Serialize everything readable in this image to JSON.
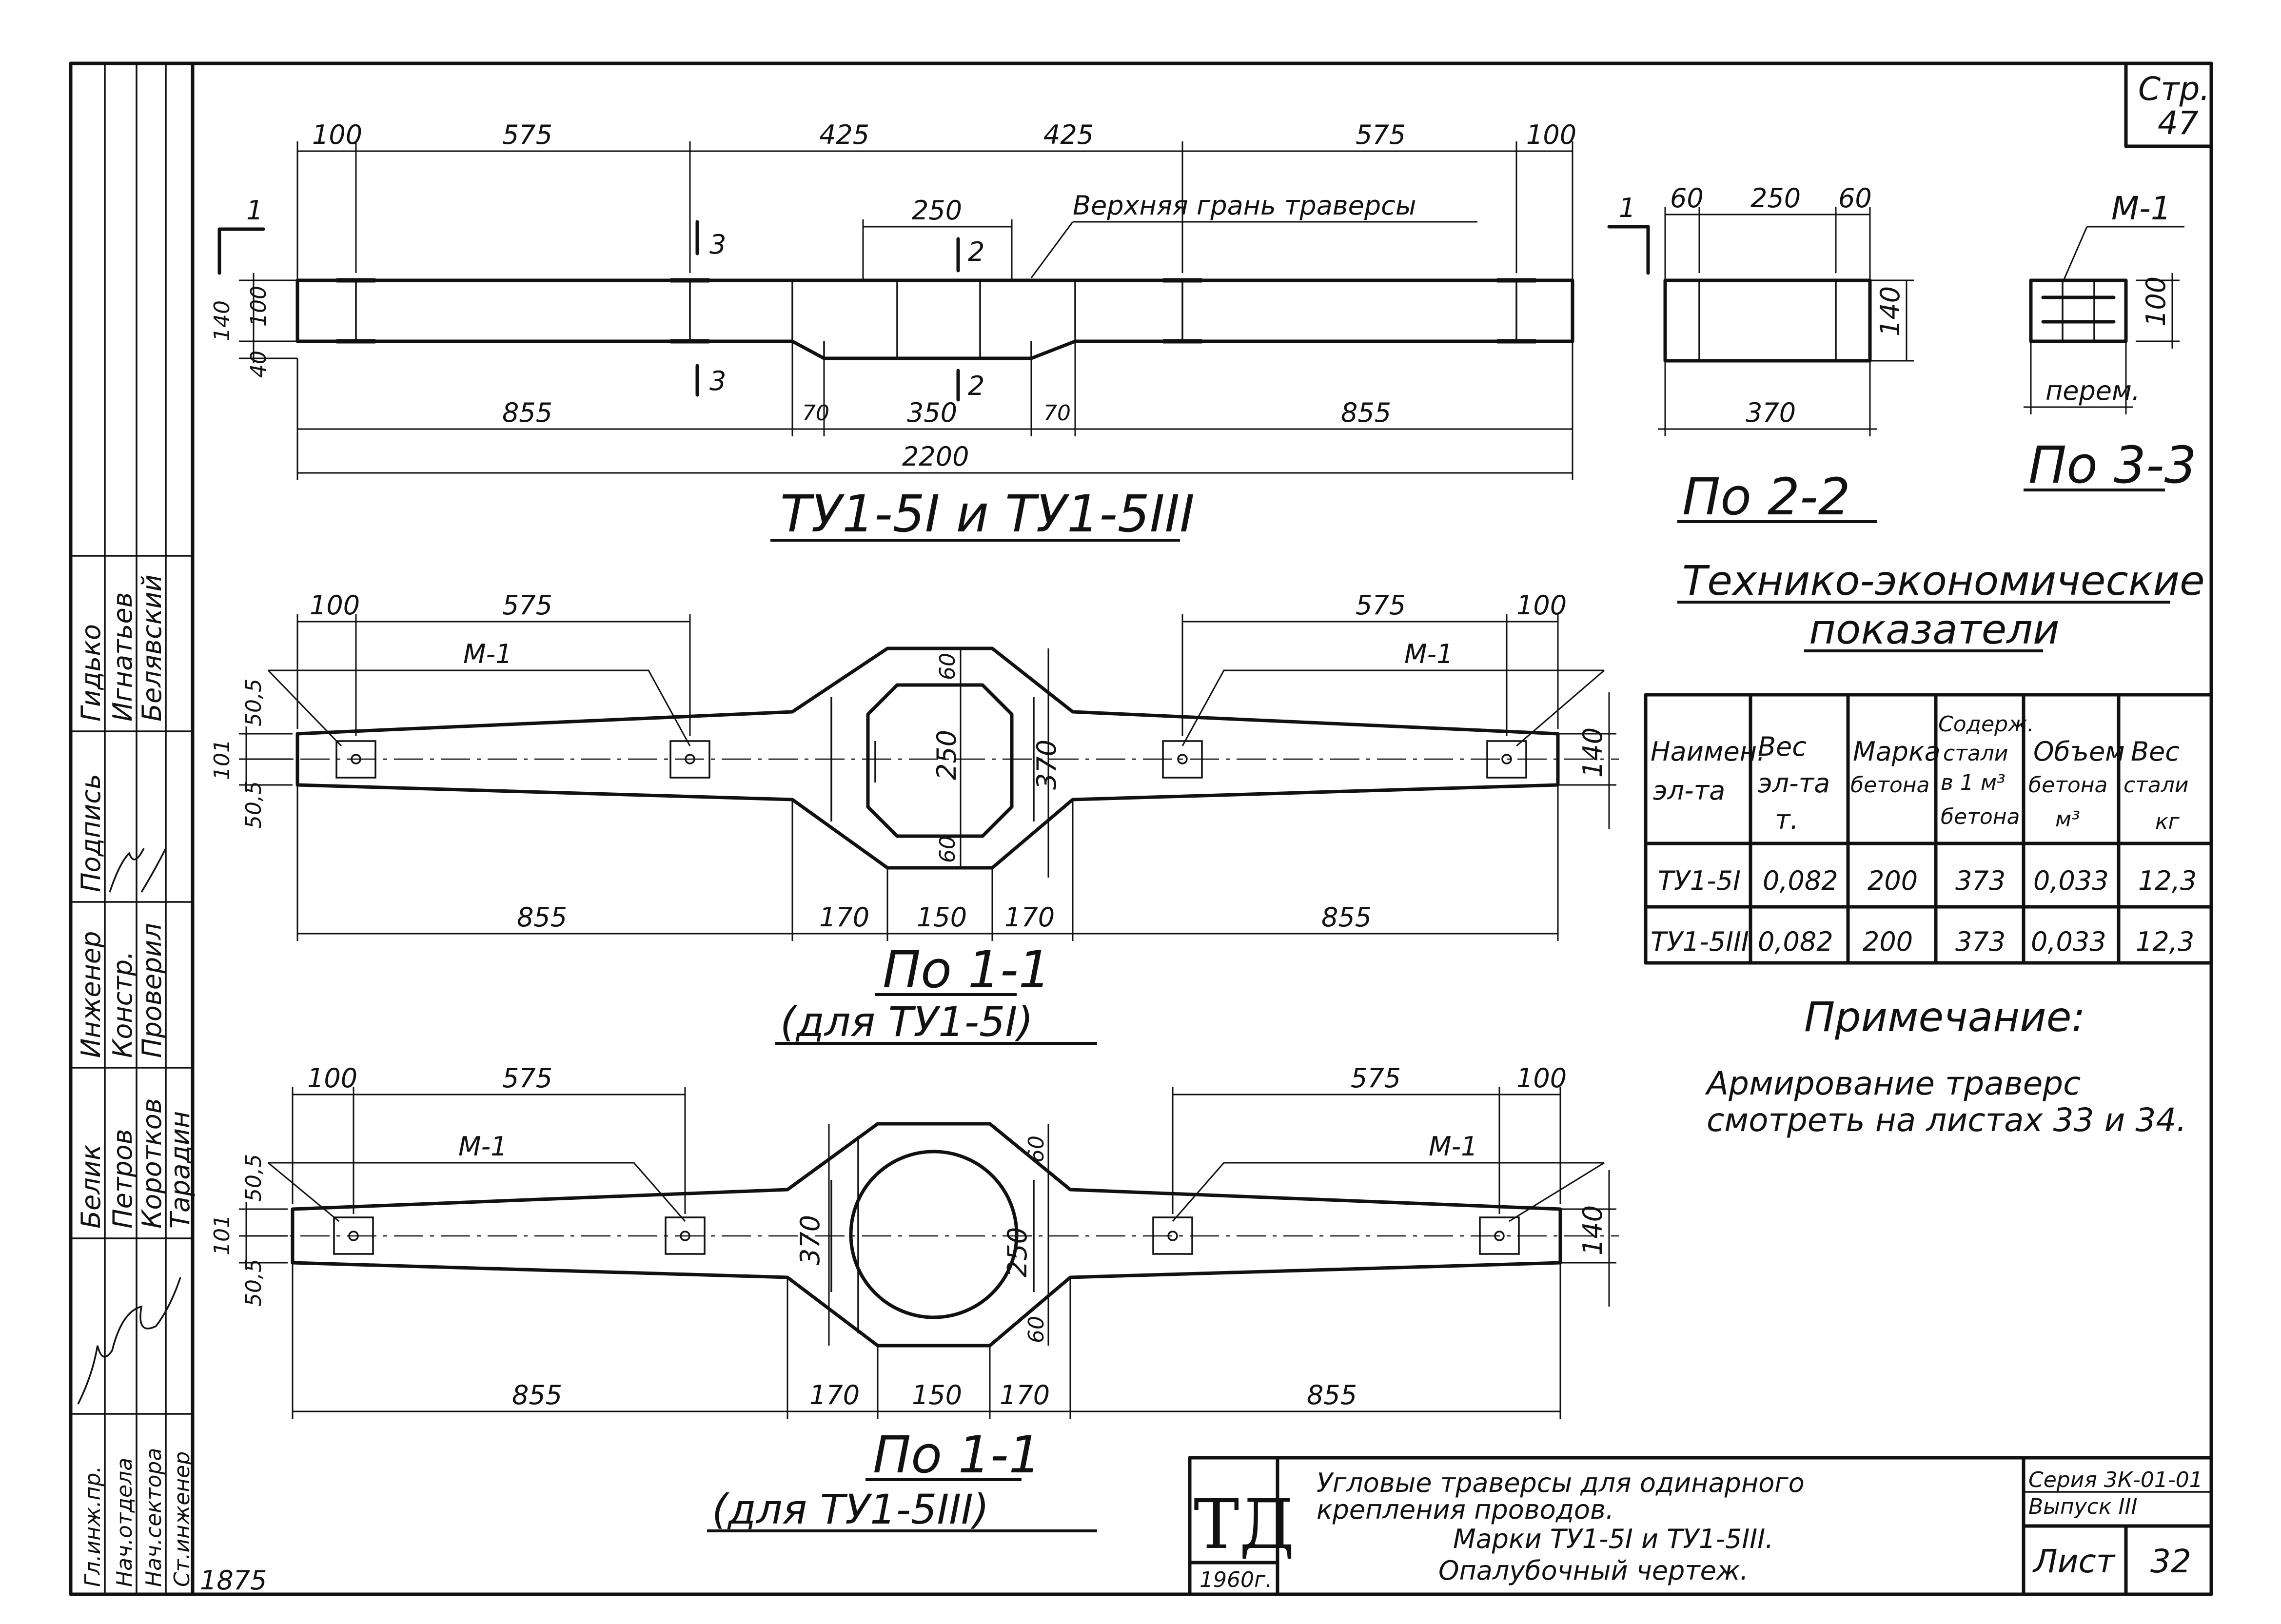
{
  "sheet": {
    "page_label": "Стр.",
    "page_number": "47",
    "series": "Серия 3К-01-01",
    "issue": "Выпуск III",
    "sheet_label": "Лист",
    "sheet_number": "32",
    "year": "1960г.",
    "logo": "ТД",
    "handwritten_note": "1875",
    "title_lines": [
      "Угловые траверсы для одинарного",
      "крепления проводов.",
      "Марки ТУ1-5I и ТУ1-5III.",
      "Опалубочный чертеж."
    ]
  },
  "stamp": {
    "roles": [
      "Гл.инж.пр.",
      "Нач.отдела",
      "Нач.сектора",
      "Ст.инженер",
      "Инженер",
      "Констр.",
      "Проверил"
    ],
    "names": [
      "Белик",
      "Петров",
      "Коротков",
      "Тарадин",
      "Гидько",
      "Игнатьев",
      "Белявский"
    ],
    "signature_header": "Подпись"
  },
  "elevation": {
    "title": "ТУ1-5I и ТУ1-5III",
    "top_dims": [
      "100",
      "575",
      "425",
      "425",
      "575",
      "100"
    ],
    "inner_dim": "250",
    "label_top_face": "Верхняя грань траверсы",
    "section_marks": [
      "1",
      "3",
      "3",
      "2",
      "2",
      "1"
    ],
    "bottom_dims": [
      "855",
      "70",
      "350",
      "70",
      "855"
    ],
    "overall": "2200",
    "left_dims": [
      "140",
      "100",
      "40"
    ]
  },
  "section_22": {
    "title": "По 2-2",
    "mark": "1",
    "top_dims": [
      "60",
      "250",
      "60"
    ],
    "height": "140",
    "width": "370"
  },
  "section_33": {
    "title": "По 3-3",
    "label": "М-1",
    "height": "100",
    "bottom_label": "перем."
  },
  "plan_a": {
    "title": "По 1-1",
    "subtitle": "(для ТУ1-5I)",
    "top_dims": [
      "100",
      "575",
      "575",
      "100"
    ],
    "labels": [
      "М-1",
      "М-1"
    ],
    "left_dims": [
      "50,5",
      "101",
      "50,5"
    ],
    "right_dim": "140",
    "center_dims": [
      "60",
      "250",
      "60",
      "370"
    ],
    "bottom_dims": [
      "855",
      "170",
      "150",
      "170",
      "855"
    ]
  },
  "plan_b": {
    "title": "По 1-1",
    "subtitle": "(для ТУ1-5III)",
    "top_dims": [
      "100",
      "575",
      "575",
      "100"
    ],
    "labels": [
      "М-1",
      "М-1"
    ],
    "left_dims": [
      "50,5",
      "101",
      "50,5"
    ],
    "right_dim": "140",
    "center_dims": [
      "60",
      "370",
      "250",
      "60"
    ],
    "bottom_dims": [
      "855",
      "170",
      "150",
      "170",
      "855"
    ]
  },
  "indicators": {
    "title_line1": "Технико-экономические",
    "title_line2": "показатели",
    "headers": [
      [
        "Наимен.",
        "эл-та"
      ],
      [
        "Вес",
        "эл-та",
        "т."
      ],
      [
        "Марка",
        "бетона"
      ],
      [
        "Содерж.",
        "стали",
        "в 1 м³",
        "бетона"
      ],
      [
        "Объем",
        "бетона",
        "м³"
      ],
      [
        "Вес",
        "стали",
        "кг"
      ]
    ],
    "rows": [
      [
        "ТУ1-5I",
        "0,082",
        "200",
        "373",
        "0,033",
        "12,3"
      ],
      [
        "ТУ1-5III",
        "0,082",
        "200",
        "373",
        "0,033",
        "12,3"
      ]
    ]
  },
  "note": {
    "title": "Примечание:",
    "line1": "Армирование траверс",
    "line2": "смотреть на листах 33 и 34."
  }
}
